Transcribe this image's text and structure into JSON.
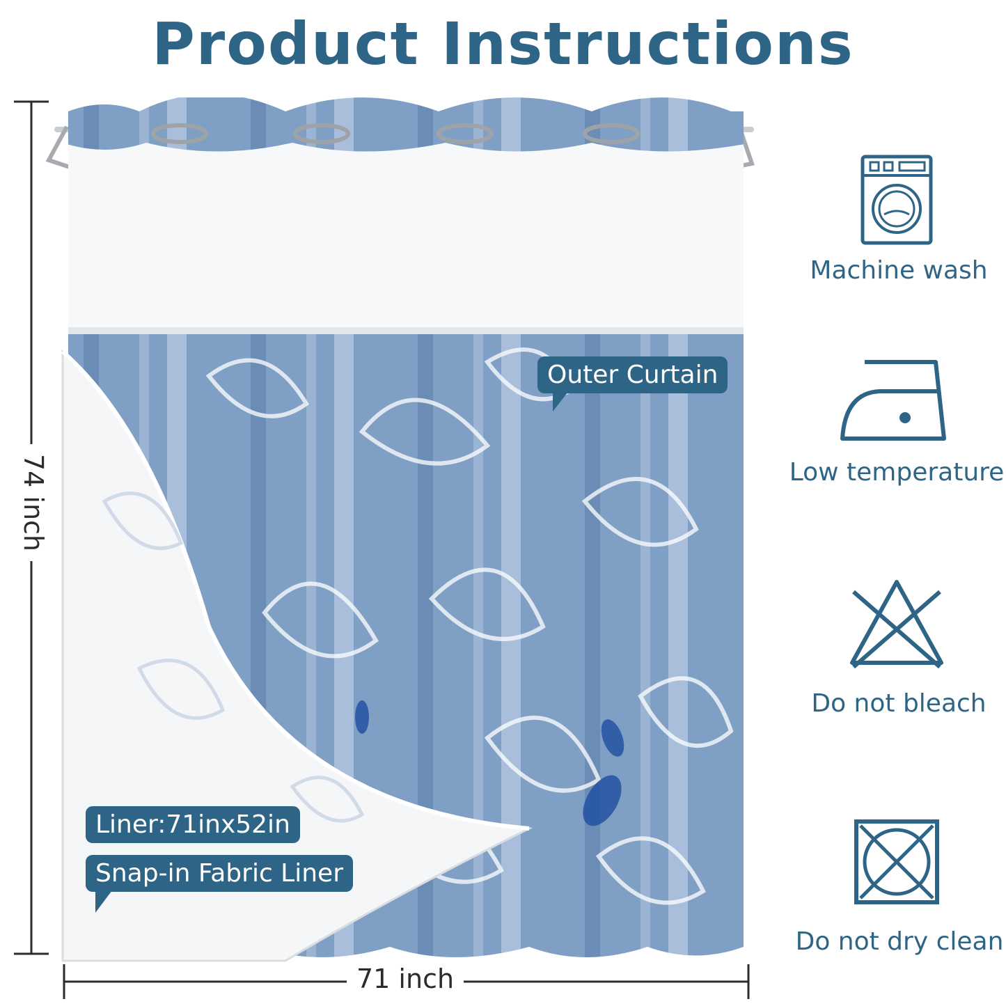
{
  "title": "Product Instructions",
  "dimensions": {
    "height_label": "74 inch",
    "width_label": "71 inch"
  },
  "callouts": {
    "outer_curtain": "Outer Curtain",
    "liner_size": "Liner:71inx52in",
    "snap_in_liner": "Snap-in Fabric Liner"
  },
  "care": [
    {
      "icon": "washing-machine-icon",
      "label": "Machine wash"
    },
    {
      "icon": "iron-low-temperature-icon",
      "label": "Low temperature"
    },
    {
      "icon": "do-not-bleach-icon",
      "label": "Do not bleach"
    },
    {
      "icon": "do-not-dry-clean-icon",
      "label": "Do not dry clean"
    }
  ],
  "colors": {
    "accent": "#2e6587",
    "curtain_blue": "#7f9fc4",
    "curtain_dark": "#1f4ea0",
    "liner": "#f4f6f8"
  }
}
